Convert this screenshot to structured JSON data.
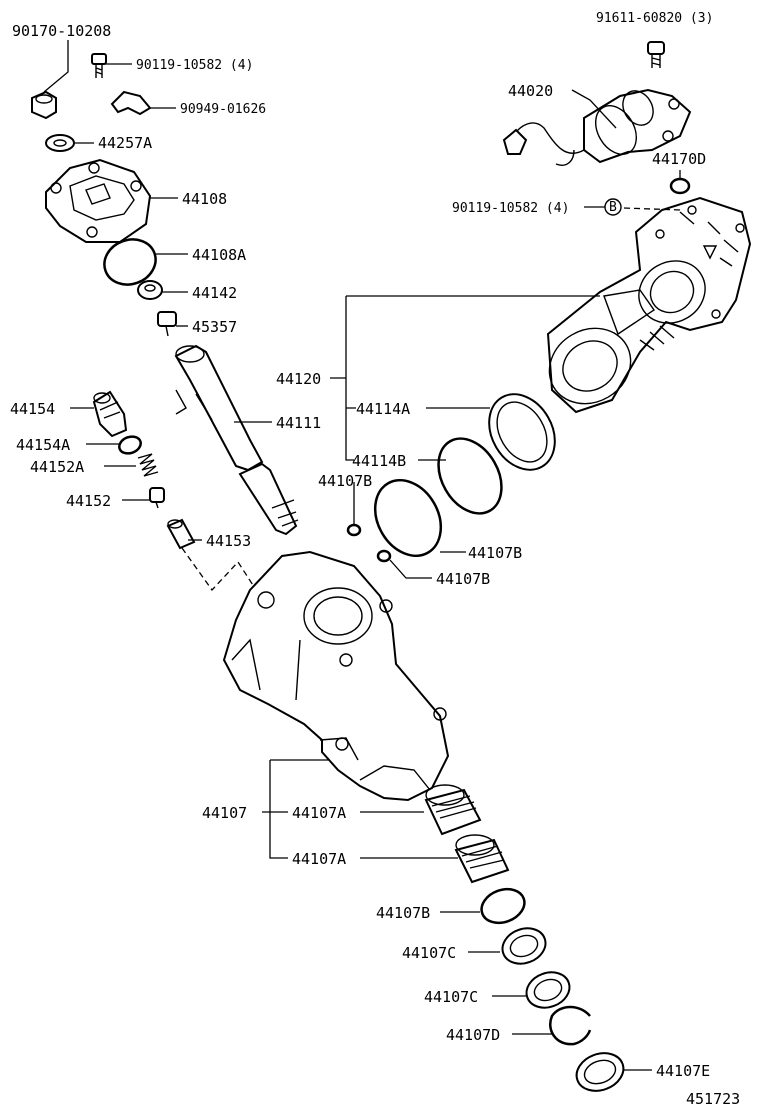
{
  "diagram": {
    "reference_number": "451723",
    "callouts": {
      "p90170_10208": "90170-10208",
      "p90119_10582_4_top": "90119-10582 (4)",
      "p90949_01626": "90949-01626",
      "p44257A": "44257A",
      "p44108": "44108",
      "p44108A": "44108A",
      "p44142": "44142",
      "p45357": "45357",
      "p44154": "44154",
      "p44154A": "44154A",
      "p44152A": "44152A",
      "p44152": "44152",
      "p44153": "44153",
      "p44111": "44111",
      "p44120": "44120",
      "p44114A": "44114A",
      "p44114B": "44114B",
      "p44107B_left": "44107B",
      "p44107B_ring": "44107B",
      "p44107B_small": "44107B",
      "p91611_60820_3": "91611-60820 (3)",
      "p44020": "44020",
      "p44170D": "44170D",
      "p90119_10582_4_right": "90119-10582 (4)",
      "circle_B_marker": "B",
      "p44107": "44107",
      "p44107A_1": "44107A",
      "p44107A_2": "44107A",
      "p44107B_lower": "44107B",
      "p44107C_1": "44107C",
      "p44107C_2": "44107C",
      "p44107D": "44107D",
      "p44107E": "44107E"
    }
  }
}
